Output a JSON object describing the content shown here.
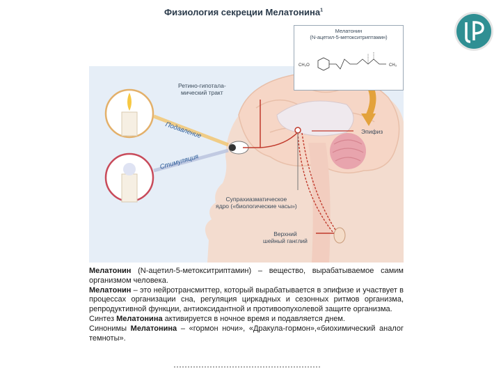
{
  "title": {
    "text": "Физиология секреции Мелатонина",
    "sup": "1"
  },
  "diagram": {
    "formula_title_1": "Мелатонин",
    "formula_title_2": "(N-ацетил-5-метокситриптамин)",
    "formula_left_group": "CH₃O",
    "formula_right_group": "CH₃",
    "label_tract_1": "Ретино-гипотала-",
    "label_tract_2": "мический тракт",
    "label_epiphysis": "Эпифиз",
    "label_suppression": "Подавление",
    "label_stimulation": "Стимуляция",
    "label_scn_1": "Супрахиазматическое",
    "label_scn_2": "ядро («биологические часы»)",
    "label_ganglion_1": "Верхний",
    "label_ganglion_2": "шейный ганглий"
  },
  "paragraphs": {
    "p1_bold": "Мелатонин",
    "p1_rest": " (N-ацетил-5-метокситриптамин) – вещество, вырабатывае­мое самим организмом человека.",
    "p2_bold": "Мелатонин",
    "p2_rest": " – это нейротрансмиттер, который вырабатывается в эпифи­зе и участвует в процессах организации сна, регуляция циркадных и се­зонных ритмов организма, репродуктивной функции, антиоксидантной и противоопухолевой защите организма.",
    "p3_pre": "Синтез ",
    "p3_bold": "Мелатонина",
    "p3_rest": " активируется в ночное время и подавляется днем.",
    "p4_pre": "Синонимы ",
    "p4_bold": "Мелатонина",
    "p4_rest": " – «гормон ночи», «Дракула-гормон»,«биохимический аналог темноты»."
  },
  "colors": {
    "panel_bg": "#e6eef7",
    "brain": "#f6d6c6",
    "red_line": "#c0392b",
    "teal_logo": "#2f8f93",
    "arrow_orange": "#e3a23c"
  }
}
